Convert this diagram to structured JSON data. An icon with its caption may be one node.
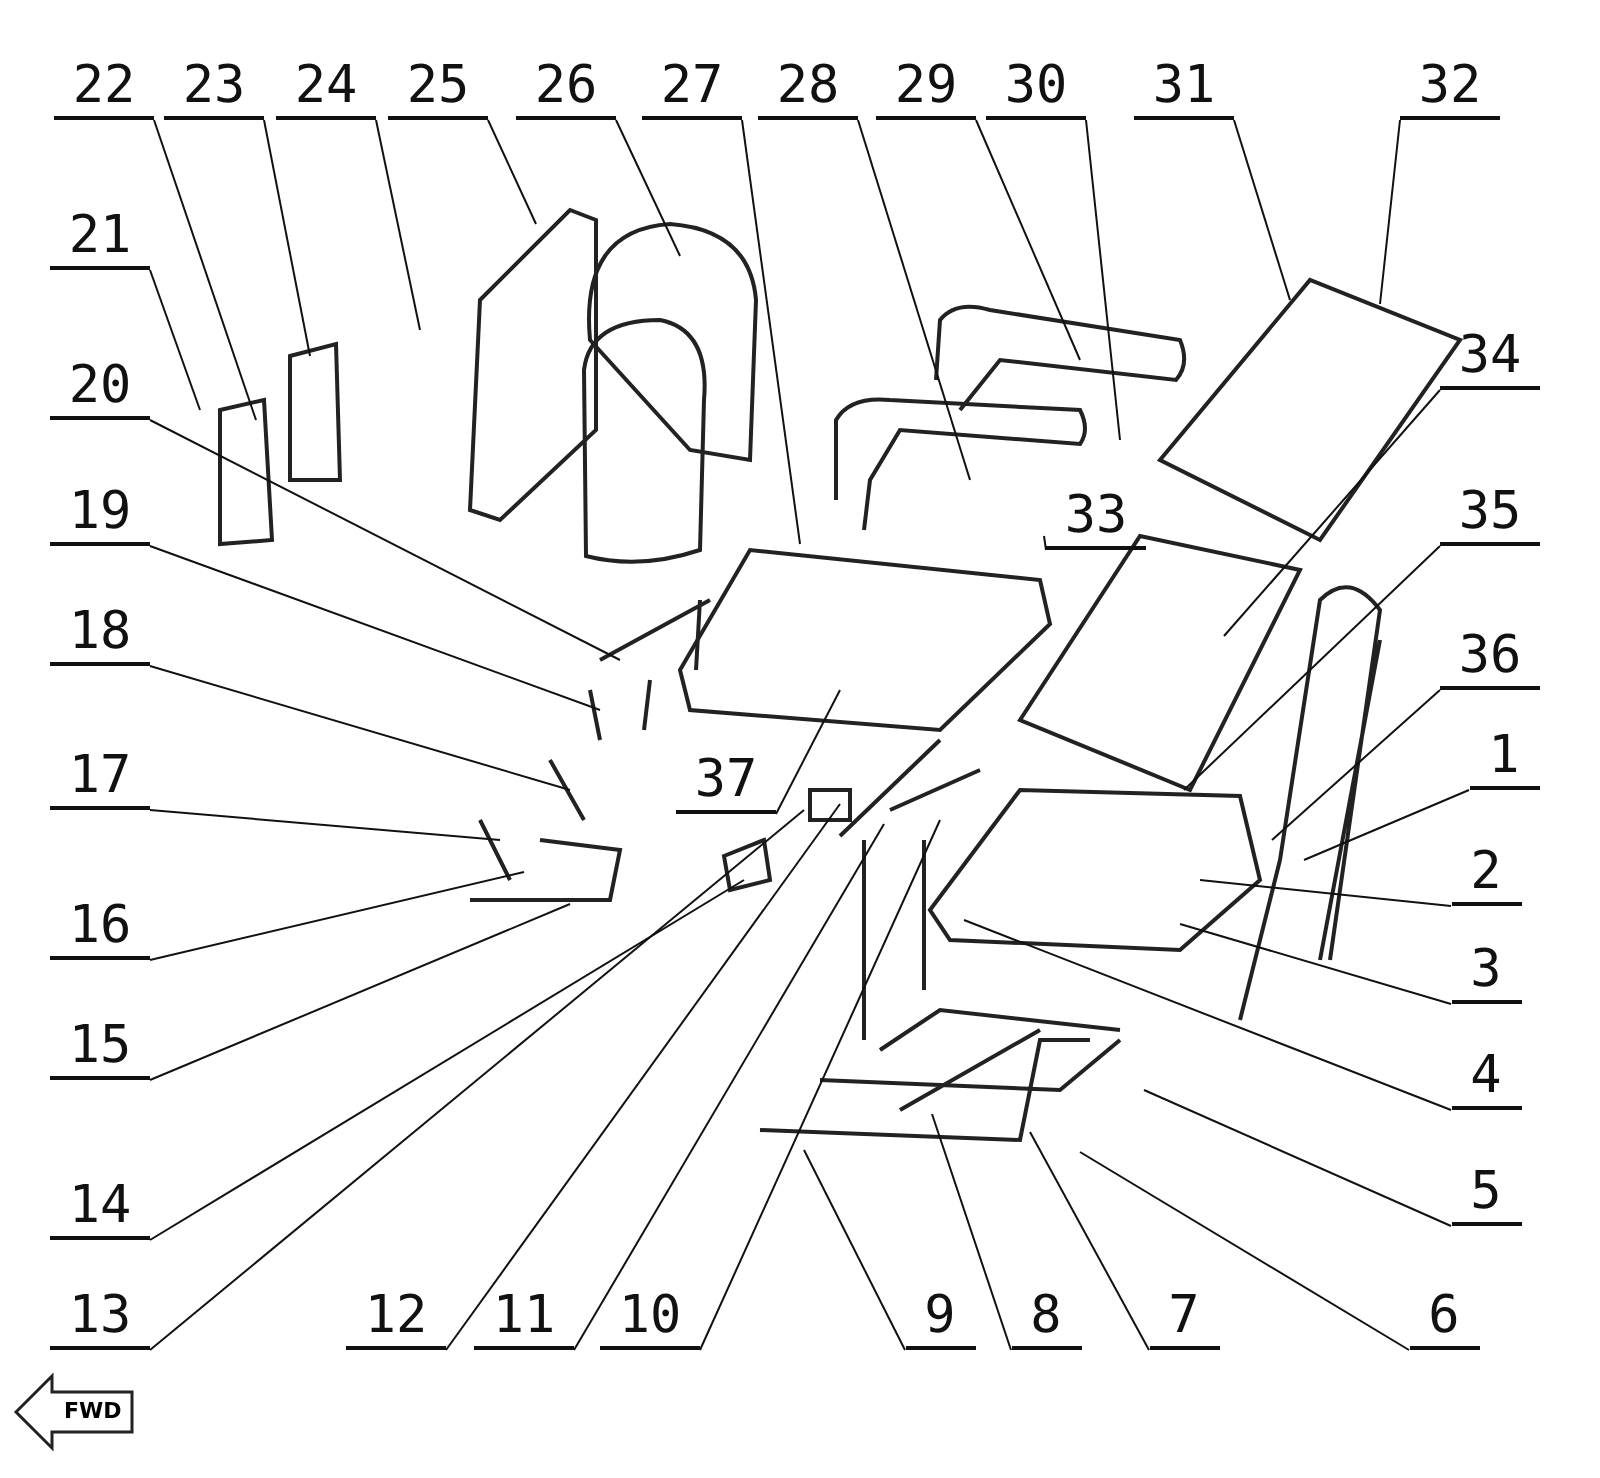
{
  "diagram": {
    "nodes": [
      {
        "text": [
          "22"
        ]
      },
      {
        "text": [
          "23"
        ]
      },
      {
        "text": [
          "24"
        ]
      },
      {
        "text": [
          "25"
        ]
      },
      {
        "text": [
          "26"
        ]
      },
      {
        "text": [
          "27"
        ]
      },
      {
        "text": [
          "28"
        ]
      },
      {
        "text": [
          "29"
        ]
      },
      {
        "text": [
          "30"
        ]
      },
      {
        "text": [
          "31"
        ]
      },
      {
        "text": [
          "32"
        ]
      },
      {
        "text": [
          "21"
        ]
      },
      {
        "text": [
          "34"
        ]
      },
      {
        "text": [
          "20"
        ]
      },
      {
        "text": [
          "19"
        ]
      },
      {
        "text": [
          "33"
        ]
      },
      {
        "text": [
          "35"
        ]
      },
      {
        "text": [
          "18"
        ]
      },
      {
        "text": [
          "36"
        ]
      },
      {
        "text": [
          "1"
        ]
      },
      {
        "text": [
          "37"
        ]
      },
      {
        "text": [
          "17"
        ]
      },
      {
        "text": [
          "2"
        ]
      },
      {
        "text": [
          "16"
        ]
      },
      {
        "text": [
          "3"
        ]
      },
      {
        "text": [
          "15"
        ]
      },
      {
        "text": [
          "4"
        ]
      },
      {
        "text": [
          "5"
        ]
      },
      {
        "text": [
          "14"
        ]
      },
      {
        "text": [
          "13"
        ]
      },
      {
        "text": [
          "12"
        ]
      },
      {
        "text": [
          "11"
        ]
      },
      {
        "text": [
          "10"
        ]
      },
      {
        "text": [
          "9"
        ]
      },
      {
        "text": [
          "8"
        ]
      },
      {
        "text": [
          "7"
        ]
      },
      {
        "text": [
          "6"
        ]
      }
    ],
    "edges": [
      {
        "from": 0,
        "to": null,
        "arrow": "none"
      },
      {
        "from": 1,
        "to": null,
        "arrow": "none"
      },
      {
        "from": 2,
        "to": null,
        "arrow": "none"
      },
      {
        "from": 3,
        "to": null,
        "arrow": "none"
      },
      {
        "from": 4,
        "to": null,
        "arrow": "none"
      },
      {
        "from": 5,
        "to": null,
        "arrow": "none"
      },
      {
        "from": 6,
        "to": null,
        "arrow": "none"
      },
      {
        "from": 7,
        "to": null,
        "arrow": "none"
      },
      {
        "from": 8,
        "to": null,
        "arrow": "none"
      },
      {
        "from": 9,
        "to": null,
        "arrow": "none"
      },
      {
        "from": 10,
        "to": null,
        "arrow": "none"
      },
      {
        "from": 11,
        "to": null,
        "arrow": "none"
      },
      {
        "from": 12,
        "to": null,
        "arrow": "none"
      },
      {
        "from": 13,
        "to": null,
        "arrow": "none"
      },
      {
        "from": 14,
        "to": null,
        "arrow": "none"
      },
      {
        "from": 15,
        "to": null,
        "arrow": "none"
      },
      {
        "from": 16,
        "to": null,
        "arrow": "none"
      },
      {
        "from": 17,
        "to": null,
        "arrow": "none"
      },
      {
        "from": 18,
        "to": null,
        "arrow": "none"
      },
      {
        "from": 19,
        "to": null,
        "arrow": "none"
      },
      {
        "from": 20,
        "to": null,
        "arrow": "none"
      },
      {
        "from": 21,
        "to": null,
        "arrow": "none"
      },
      {
        "from": 22,
        "to": null,
        "arrow": "none"
      },
      {
        "from": 23,
        "to": null,
        "arrow": "none"
      },
      {
        "from": 24,
        "to": null,
        "arrow": "none"
      },
      {
        "from": 25,
        "to": null,
        "arrow": "none"
      },
      {
        "from": 26,
        "to": null,
        "arrow": "none"
      },
      {
        "from": 27,
        "to": null,
        "arrow": "none"
      },
      {
        "from": 28,
        "to": null,
        "arrow": "none"
      },
      {
        "from": 29,
        "to": null,
        "arrow": "none"
      },
      {
        "from": 30,
        "to": null,
        "arrow": "none"
      },
      {
        "from": 31,
        "to": null,
        "arrow": "none"
      },
      {
        "from": 32,
        "to": null,
        "arrow": "none"
      },
      {
        "from": 33,
        "to": null,
        "arrow": "none"
      },
      {
        "from": 34,
        "to": null,
        "arrow": "none"
      },
      {
        "from": 35,
        "to": null,
        "arrow": "none"
      },
      {
        "from": 36,
        "to": null,
        "arrow": "none"
      }
    ],
    "labels": [
      "FWD"
    ]
  }
}
